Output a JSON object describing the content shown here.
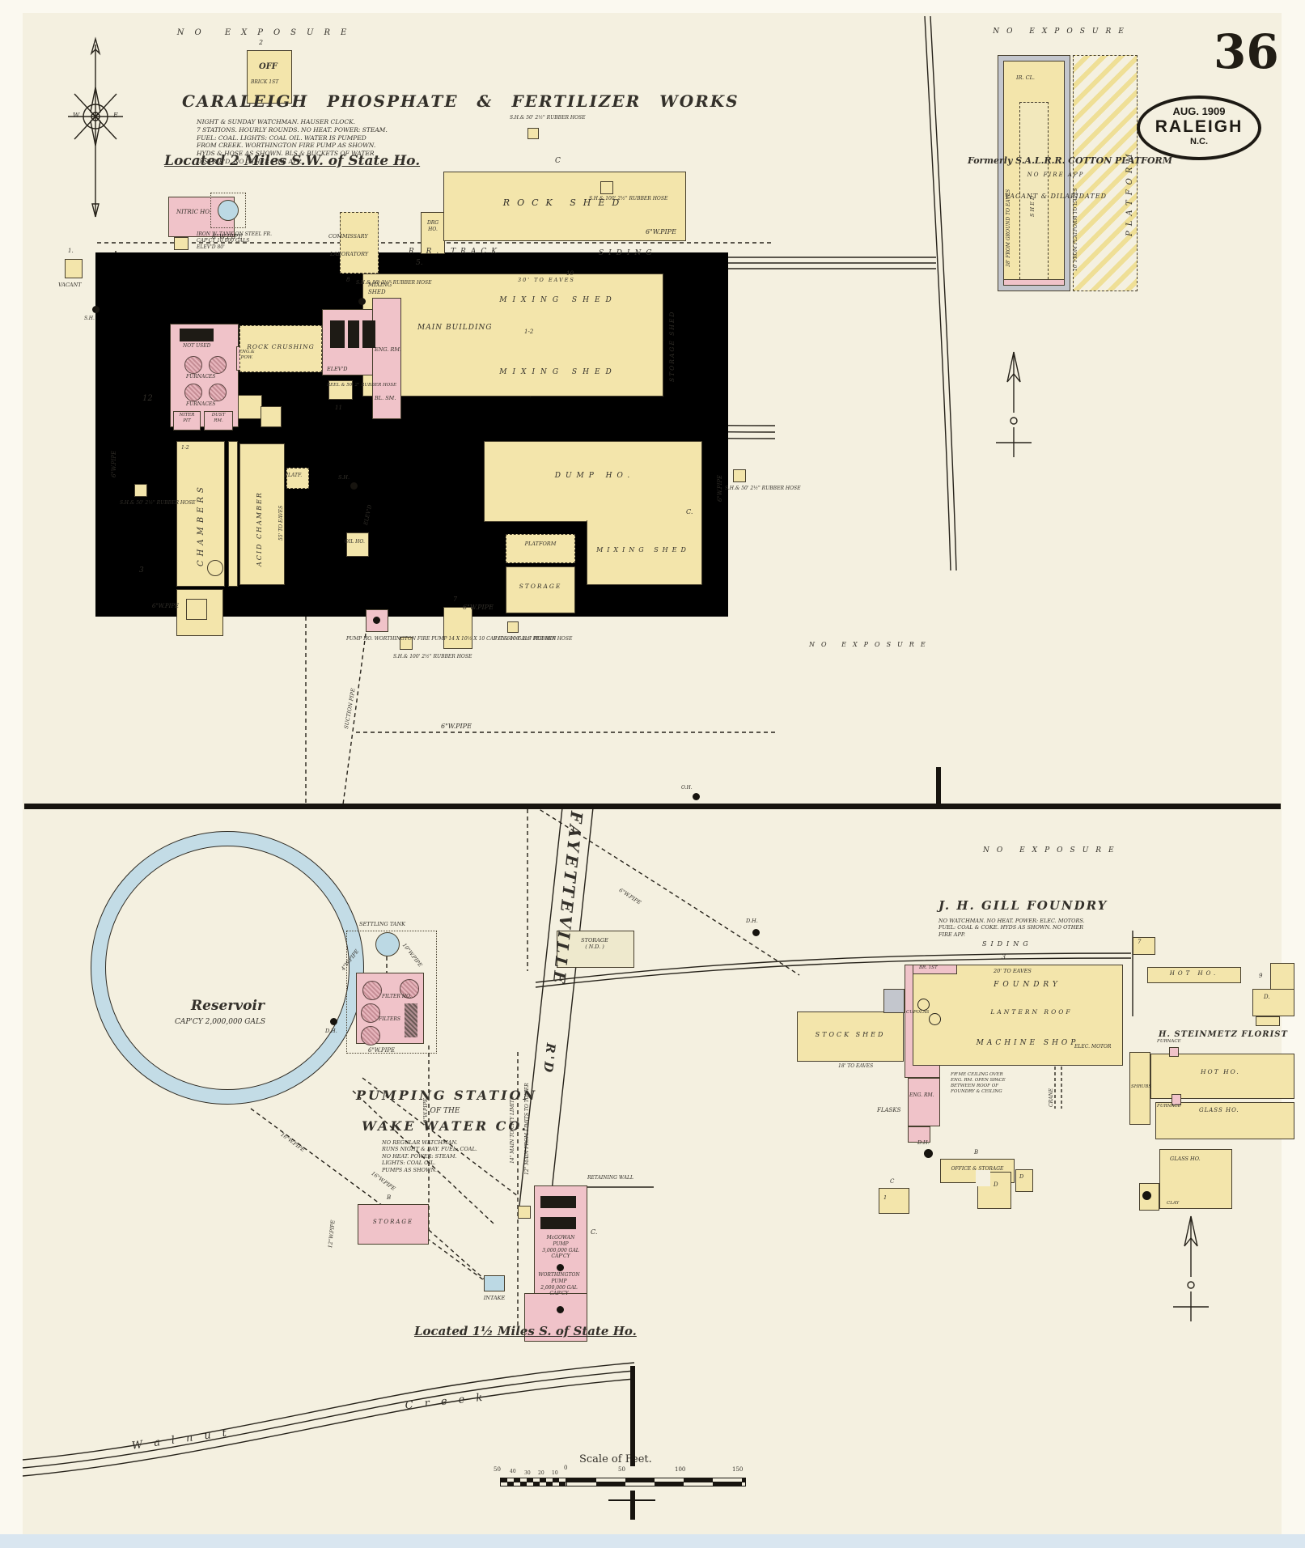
{
  "sheet": {
    "number": "36",
    "stamp_date": "AUG. 1909",
    "stamp_city": "RALEIGH",
    "stamp_state": "N.C.",
    "scale_title": "Scale of Feet.",
    "ticks": {
      "t50a": "50",
      "t40": "40",
      "t30": "30",
      "t20": "20",
      "t10": "10",
      "t0": "0",
      "t50b": "50",
      "t100": "100",
      "t150": "150"
    }
  },
  "caraleigh": {
    "no_exposure": "NO EXPOSURE",
    "title": "CARALEIGH  PHOSPHATE  &  FERTILIZER  WORKS",
    "notes": "NIGHT & SUNDAY WATCHMAN. HAUSER CLOCK.\n7 STATIONS. HOURLY ROUNDS. NO HEAT. POWER: STEAM.\nFUEL: COAL. LIGHTS: COAL OIL. WATER IS PUMPED\nFROM CREEK. WORTHINGTON FIRE PUMP AS SHOWN.\nHYDS & HOSE AS SHOWN. BLS & BUCKETS OF WATER\nDISTRIB'D. NO OTHER FIRE APP.",
    "located": "Located 2 Miles S.W. of State Ho.",
    "compass_w": "W",
    "compass_e": "E",
    "off": "OFF",
    "off_sub": "BRICK 1ST",
    "off_num": "2",
    "vacant": "VACANT",
    "num1": "1.",
    "nitric_ho": "NITRIC HO.",
    "tank_note": "IRON W. TANK ON STEEL FR.\nCAP'CY 10,000 GALS\nELEV'D 80'",
    "commissary": "COMMISSARY",
    "laboratory": "LABORATORY",
    "num8": "8",
    "hose_50": "S.H.& 50' 2½\"\nRUBBER HOSE",
    "hose_100": "S.H.& 100' 2½\"\nRUBBER HOSE",
    "drg_ho": "DRG\nHO.",
    "num5": "5.",
    "rock_shed": "ROCK SHED",
    "c": "C",
    "pipe6": "6\"W.PIPE",
    "rr_track": "R.R. TRACK",
    "siding": "SIDING",
    "num10": "10",
    "mixing_shed_2l": "MIXING\nSHED",
    "eaves30": "30' TO EAVES",
    "mixing_shed": "MIXING SHED",
    "main_building": "MAIN BUILDING",
    "storage_shed": "STORAGE SHED",
    "eng_rm": "ENG. RM.",
    "bl_sm": "BL. SM.",
    "reel": "REEL & 50'\n2\" RUBBER\nHOSE",
    "num11": "11",
    "elevd": "ELEV'D",
    "not_used": "NOT USED",
    "furnaces": "FURNACES",
    "num12": "12",
    "niter_pit": "NITER\nPIT",
    "dust_rm": "DUST\nRM.",
    "eng_pow": "ENG.&\nPOW.",
    "rock_crushing": "ROCK CRUSHING",
    "chambers": "CHAMBERS",
    "acid_chamber": "ACID CHAMBER",
    "eaves55": "55' TO EAVES",
    "num3": "3",
    "f12": "1-2",
    "platf": "PLATF.",
    "oil_ho": "OIL HO.",
    "sh": "S.H.",
    "oh": "O.H.",
    "storage": "STORAGE",
    "platform": "PLATFORM",
    "dump_ho": "DUMP HO.",
    "c_dot": "C.",
    "num7": "7",
    "pump_note": "PUMP HO.\nWORTHINGTON FIRE PUMP\n14 X 10½ X 10\nCAP'CY 600 GALS PER MIN",
    "suction": "SUCTION PIPE"
  },
  "cotton": {
    "no_exposure": "NO EXPOSURE",
    "ir_cl": "IR.  CL.",
    "shed": "SHED",
    "left_note": "38' FROM GROUND TO EAVES",
    "right_note": "10' FROM PLATFORM TO EAVES",
    "platform": "PLATFORM",
    "caption": "Formerly S.A.L.R.R. COTTON PLATFORM",
    "no_fire": "NO FIRE APP",
    "vacant": "VACANT & DILAPIDATED"
  },
  "waterworks": {
    "reservoir": "Reservoir",
    "capacity": "CAP'CY 2,000,000 GALS",
    "settling": "SETTLING TANK",
    "pipe4": "4\"W.PIPE",
    "pipe10": "10\"W.PIPE",
    "pipe6": "6\"W.PIPE",
    "pipe12": "12\"W.PIPE",
    "pipe16": "16\"W.PIPE",
    "main14": "14\" MAIN TO CITY LIMITS",
    "main12": "12\" MAIN FROM LIMITS TO TOWER",
    "filter_ho": "FILTER\nHO.",
    "filters": "FILTERS",
    "dh": "D.H.",
    "t1": "PUMPING STATION",
    "t2": "OF THE",
    "t3": "WAKE WATER CO.",
    "notes": "NO REGULAR WATCHMAN.\nRUNS NIGHT & DAY. FUEL: COAL.\nNO HEAT. POWER: STEAM.\nLIGHTS: COAL OIL.\nPUMPS AS SHOWN.",
    "storage": "STORAGE",
    "b": "B",
    "mcgowan": "McGOWAN\nPUMP\n3,000,000 GAL\nCAP'CY",
    "worthington": "WORTHINGTON\nPUMP\n2,000,000 GAL\nCAP'CY",
    "retaining": "RETAINING\nWALL",
    "c": "C.",
    "intake": "INTAKE",
    "located": "Located 1½ Miles S. of State Ho.",
    "road1": "FAYETTEVILLE",
    "road2": "R'D",
    "walnut": "W a l n u t",
    "creek": "C r e e k"
  },
  "foundry": {
    "no_exposure": "NO EXPOSURE",
    "title": "J. H. GILL  FOUNDRY",
    "notes": "NO WATCHMAN. NO HEAT. POWER: ELEC. MOTORS.\nFUEL: COAL & COKE. HYDS AS SHOWN. NO OTHER\nFIRE APP.",
    "siding": "SIDING",
    "eaves20": "20' TO EAVES",
    "num3": "3",
    "foundry": "FOUNDRY",
    "lantern": "LANTERN ROOF",
    "machine": "MACHINE SHOP",
    "elec": "ELEC. MOTOR",
    "cupolas": "CUPOLAS",
    "br1": "BR. 1ST",
    "stock_shed": "STOCK SHED",
    "eaves18": "18' TO EAVES",
    "eng_rm": "ENG. RM.",
    "ceiling": "FR'ME CEILING OVER\nENG. RM. OPEN SPACE\nBETWEEN ROOF OF\nFOUNDRY & CEILING",
    "flasks": "FLASKS",
    "crane": "CRANE",
    "dh": "D.H.",
    "office": "OFFICE & STORAGE",
    "b": "B",
    "c": "C",
    "d": "D",
    "num1": "1",
    "storage_nd": "STORAGE\n( N.D. )",
    "pipe6": "6\"W.PIPE",
    "num7": "7"
  },
  "florist": {
    "title": "H. STEINMETZ  FLORIST",
    "hot_ho": "HOT HO.",
    "glass_ho": "GLASS HO.",
    "furnace": "FURNACE",
    "shrubs": "SHRUBS",
    "clay": "CLAY",
    "num9": "9",
    "d": "D."
  }
}
